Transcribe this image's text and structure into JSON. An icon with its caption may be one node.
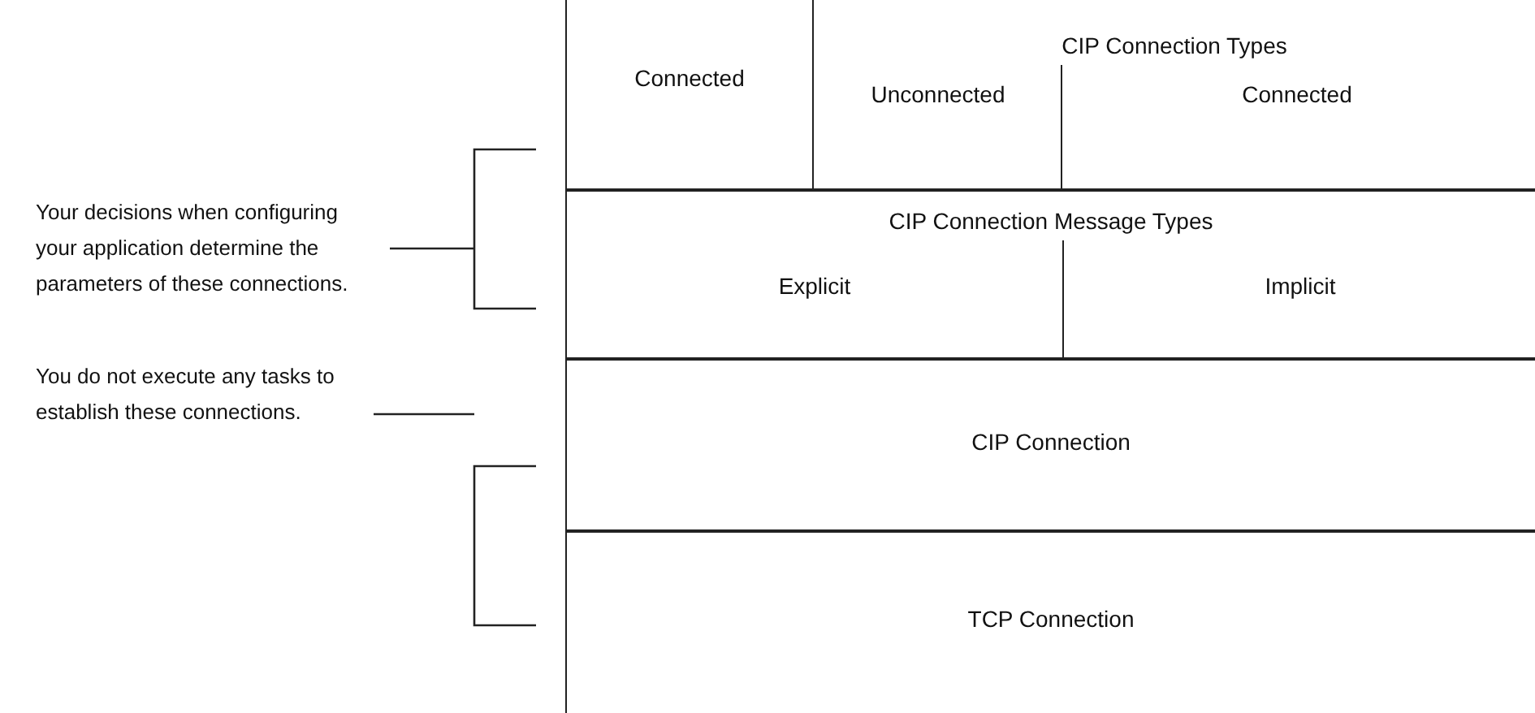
{
  "diagram": {
    "nodes": [
      {
        "text": [
          "Connected"
        ]
      },
      {
        "text": [
          "CIP Connection Types"
        ]
      },
      {
        "text": [
          "Unconnected"
        ],
        "in": 1
      },
      {
        "text": [
          "Connected"
        ],
        "in": 1
      },
      {
        "text": [
          "CIP Connection Message Types"
        ]
      },
      {
        "text": [
          "Explicit"
        ],
        "in": 4
      },
      {
        "text": [
          "Implicit"
        ],
        "in": 4
      },
      {
        "text": [
          "CIP Connection"
        ]
      },
      {
        "text": [
          "TCP Connection"
        ]
      }
    ],
    "edges": [],
    "labels": [
      "Your decisions when configuring your application determine the parameters of these connections.",
      "You do not execute any tasks to establish these connections."
    ]
  }
}
